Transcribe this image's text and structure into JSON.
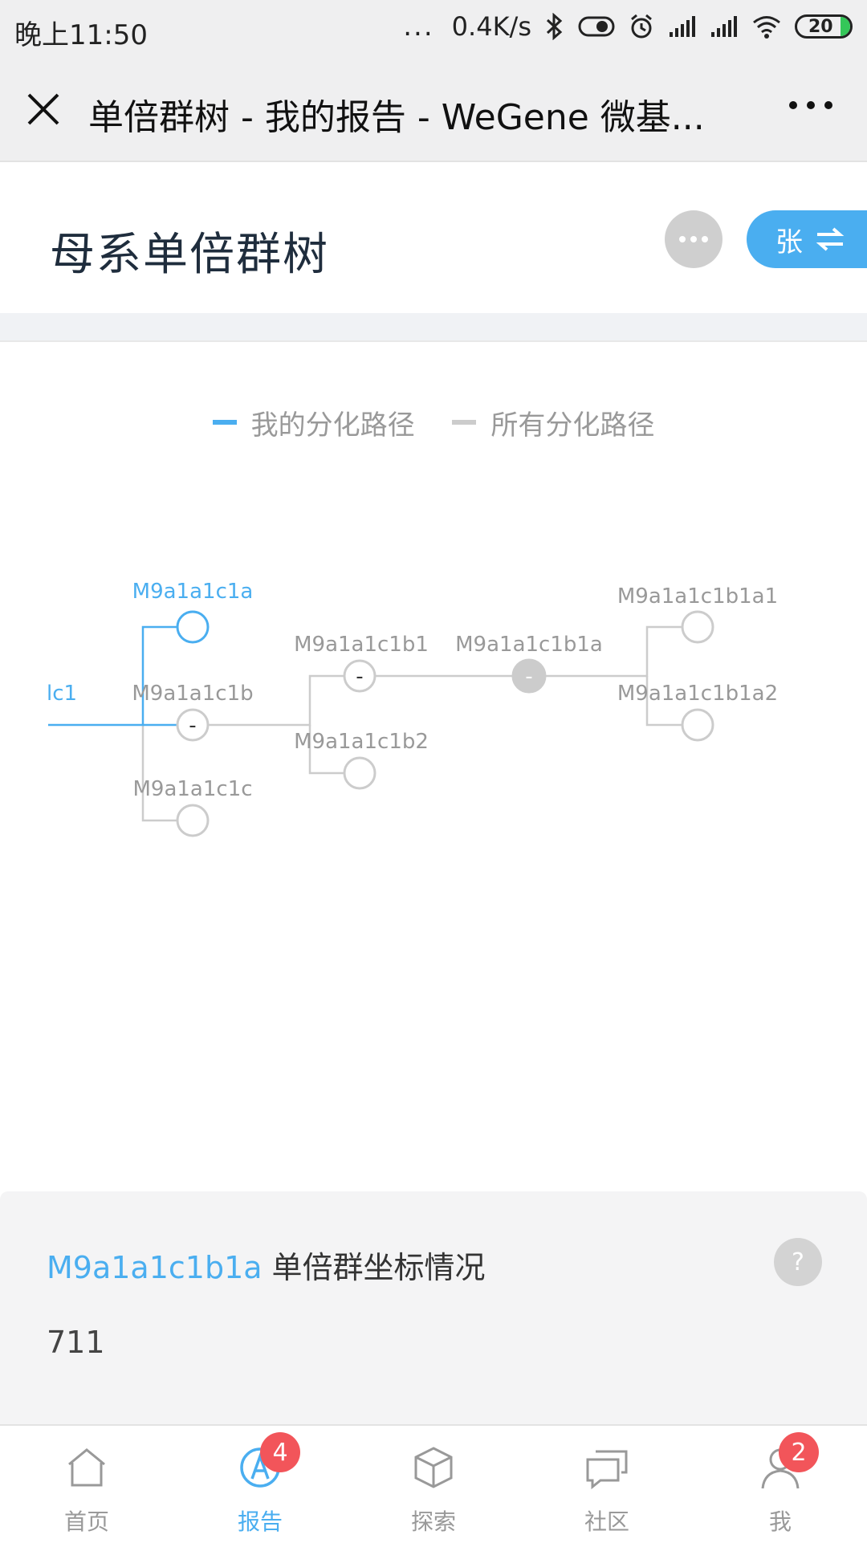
{
  "status_bar": {
    "time": "晚上11:50",
    "dots": "...",
    "net_speed": "0.4K/s",
    "battery": "20"
  },
  "nav": {
    "title": "单倍群树 - 我的报告 - WeGene 微基..."
  },
  "header": {
    "title": "母系单倍群树",
    "switch_label": "张"
  },
  "legend": [
    {
      "label": "我的分化路径",
      "color": "#4aaef0"
    },
    {
      "label": "所有分化路径",
      "color": "#cccccc"
    }
  ],
  "tree": {
    "highlight_color": "#4aaef0",
    "line_color": "#cccccc",
    "label_color": "#999999",
    "nodes": {
      "root": "lc1",
      "a": "M9a1a1c1a",
      "b": "M9a1a1c1b",
      "c": "M9a1a1c1c",
      "b1": "M9a1a1c1b1",
      "b2": "M9a1a1c1b2",
      "b1a": "M9a1a1c1b1a",
      "b1a1": "M9a1a1c1b1a1",
      "b1a2": "M9a1a1c1b1a2"
    },
    "collapse_symbol": "-"
  },
  "info": {
    "haplogroup": "M9a1a1c1b1a",
    "heading_suffix": "单倍群坐标情况",
    "help": "?",
    "value": "711"
  },
  "tabs": [
    {
      "label": "首页",
      "icon": "home-icon",
      "badge": ""
    },
    {
      "label": "报告",
      "icon": "report-icon",
      "badge": "4"
    },
    {
      "label": "探索",
      "icon": "cube-icon",
      "badge": ""
    },
    {
      "label": "社区",
      "icon": "chat-icon",
      "badge": ""
    },
    {
      "label": "我",
      "icon": "user-icon",
      "badge": "2"
    }
  ]
}
